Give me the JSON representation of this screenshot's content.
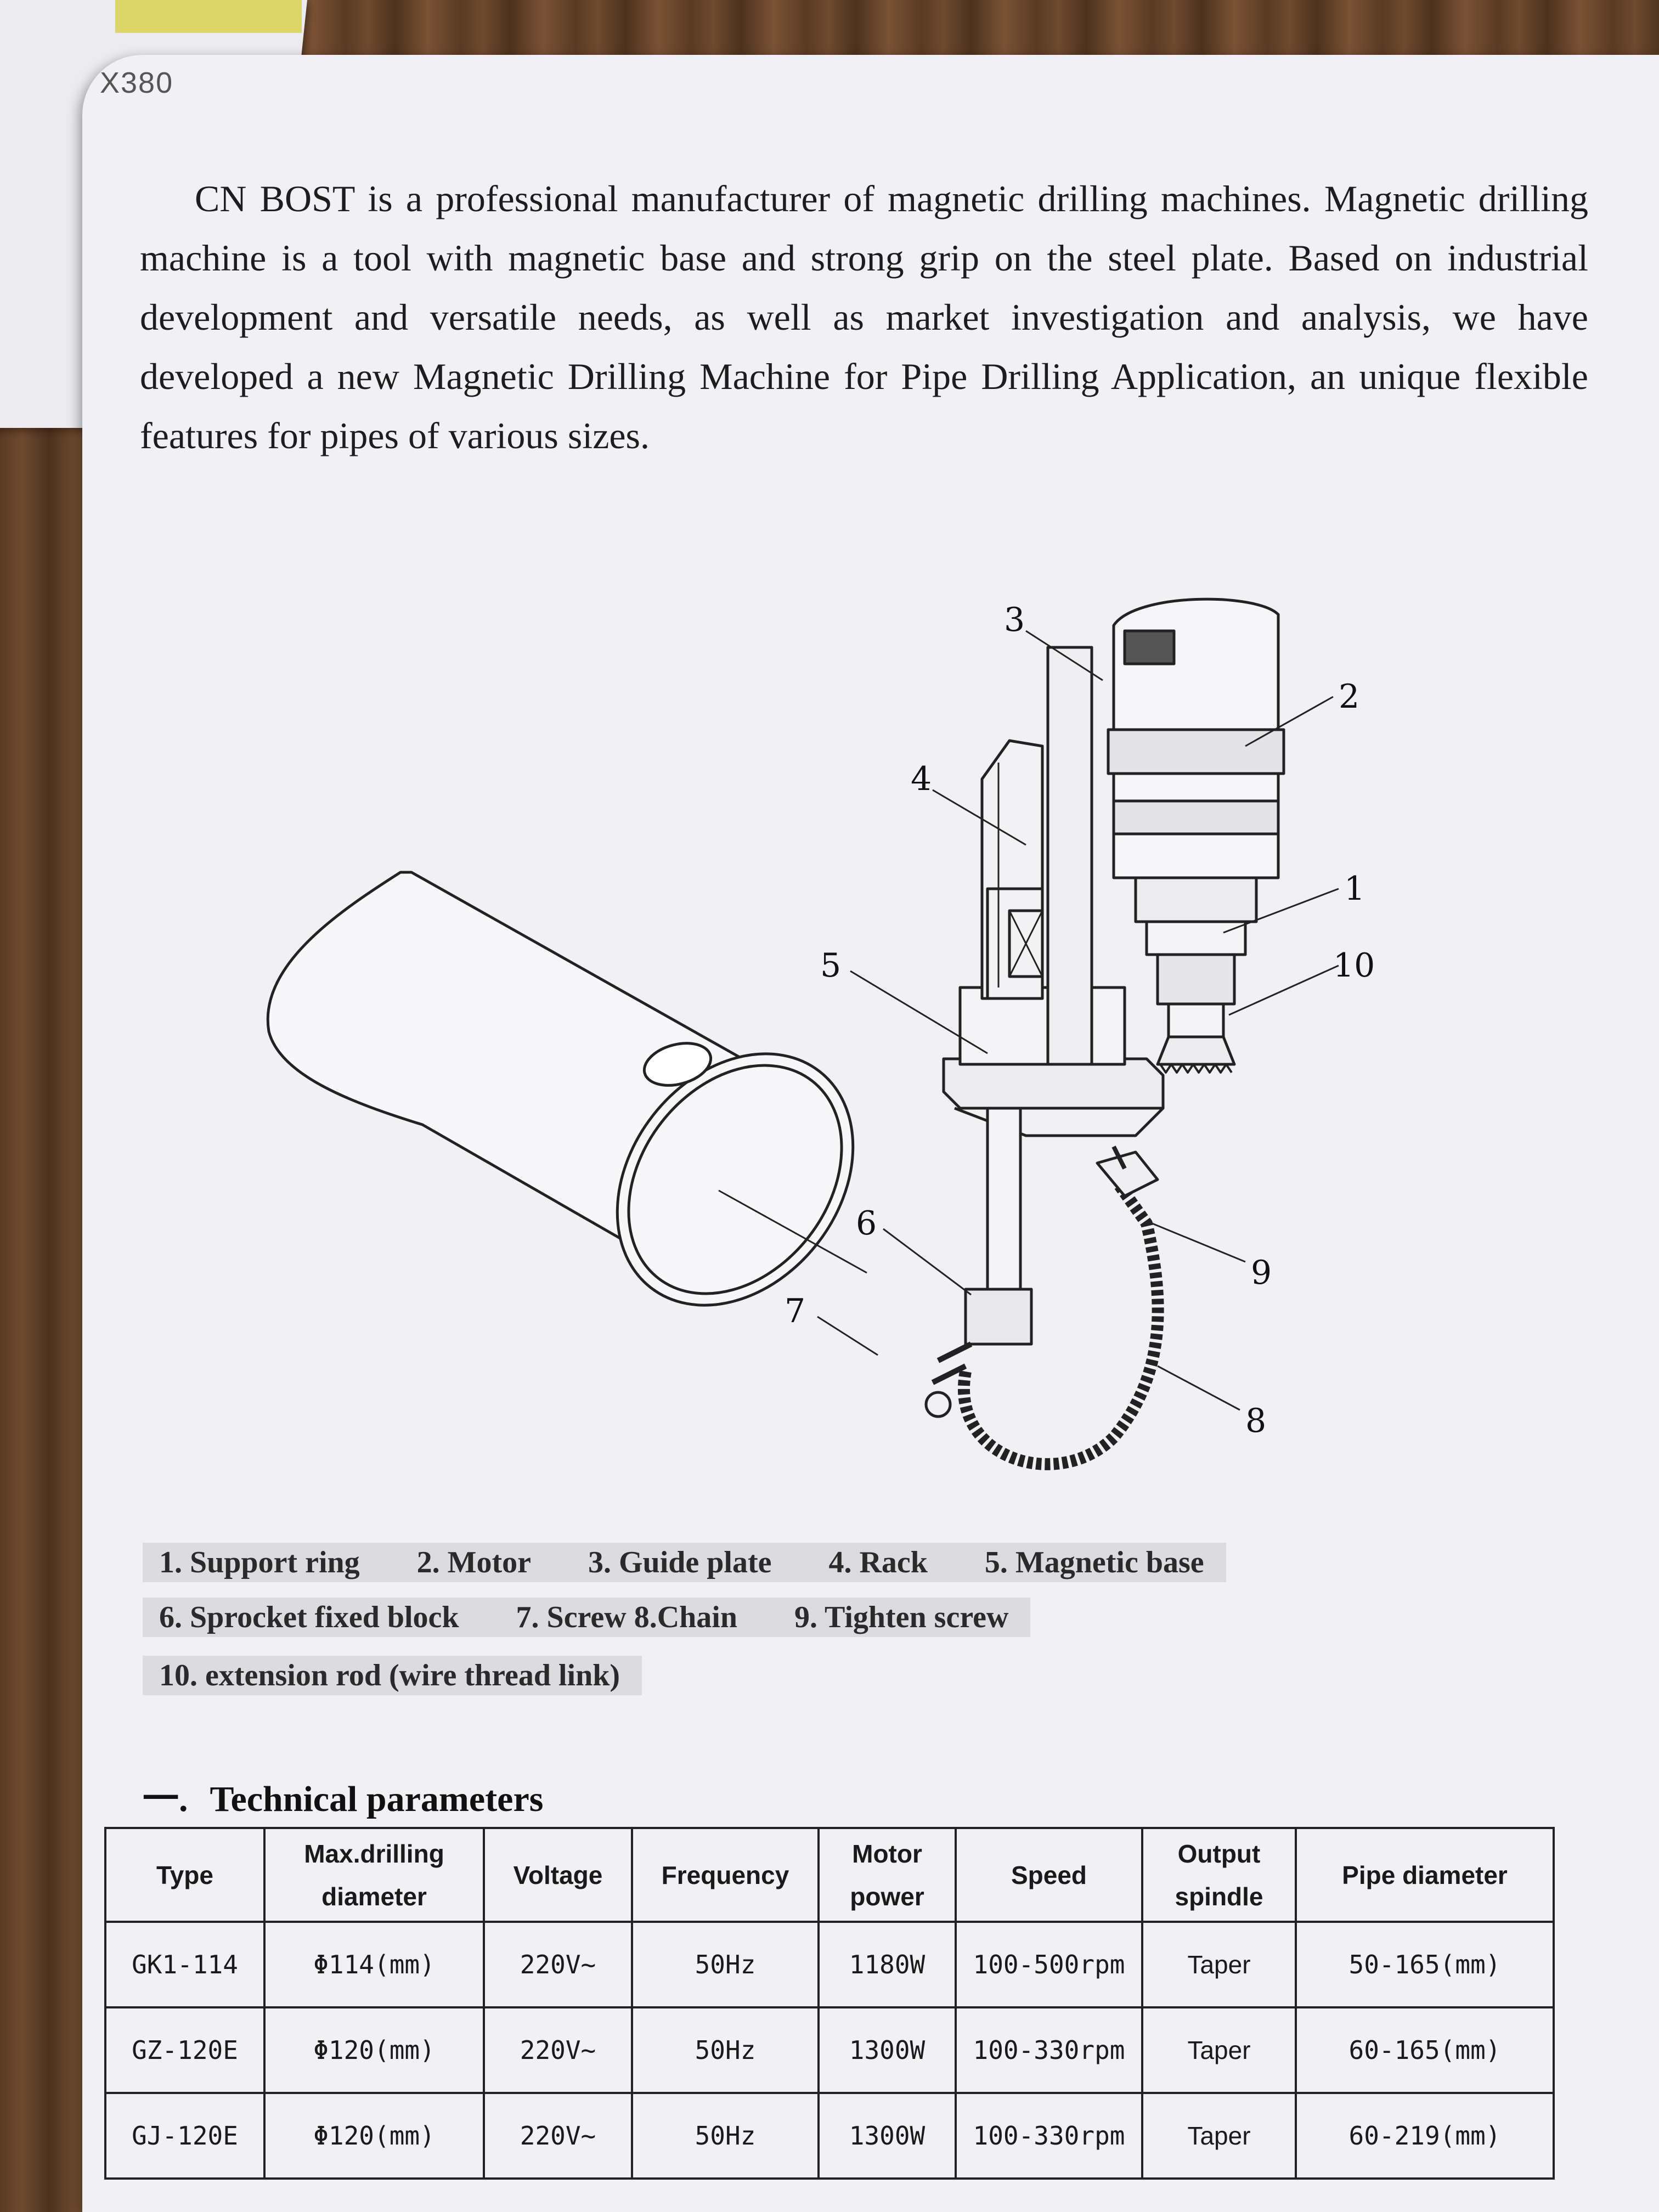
{
  "corner_label": "X380",
  "intro_text": "CN BOST is a professional manufacturer of magnetic drilling machines. Magnetic drilling machine is a tool with magnetic base and strong grip on the steel plate. Based on industrial development and versatile needs, as well as market investigation and analysis, we have developed a new Magnetic Drilling Machine for Pipe Drilling Application, an unique flexible features for pipes of various sizes.",
  "diagram_callouts": [
    "1",
    "2",
    "3",
    "4",
    "5",
    "6",
    "7",
    "8",
    "9",
    "10"
  ],
  "legend": {
    "row1": [
      "1.  Support ring",
      "2.  Motor",
      "3.  Guide plate",
      "4.  Rack",
      "5.  Magnetic base"
    ],
    "row2": [
      "6.  Sprocket fixed block",
      "7.  Screw 8.Chain",
      "9.  Tighten screw"
    ],
    "row3": [
      "10.  extension rod (wire thread link)"
    ]
  },
  "section": {
    "number": "一.",
    "title": "Technical parameters"
  },
  "table": {
    "headers": [
      "Type",
      "Max.drilling diameter",
      "Voltage",
      "Frequency",
      "Motor power",
      "Speed",
      "Output spindle",
      "Pipe diameter"
    ],
    "rows": [
      [
        "GK1-114",
        "Φ114(mm)",
        "220V~",
        "50Hz",
        "1180W",
        "100-500rpm",
        "Taper",
        "50-165(mm)"
      ],
      [
        "GZ-120E",
        "Φ120(mm)",
        "220V~",
        "50Hz",
        "1300W",
        "100-330rpm",
        "Taper",
        "60-165(mm)"
      ],
      [
        "GJ-120E",
        "Φ120(mm)",
        "220V~",
        "50Hz",
        "1300W",
        "100-330rpm",
        "Taper",
        "60-219(mm)"
      ]
    ]
  }
}
